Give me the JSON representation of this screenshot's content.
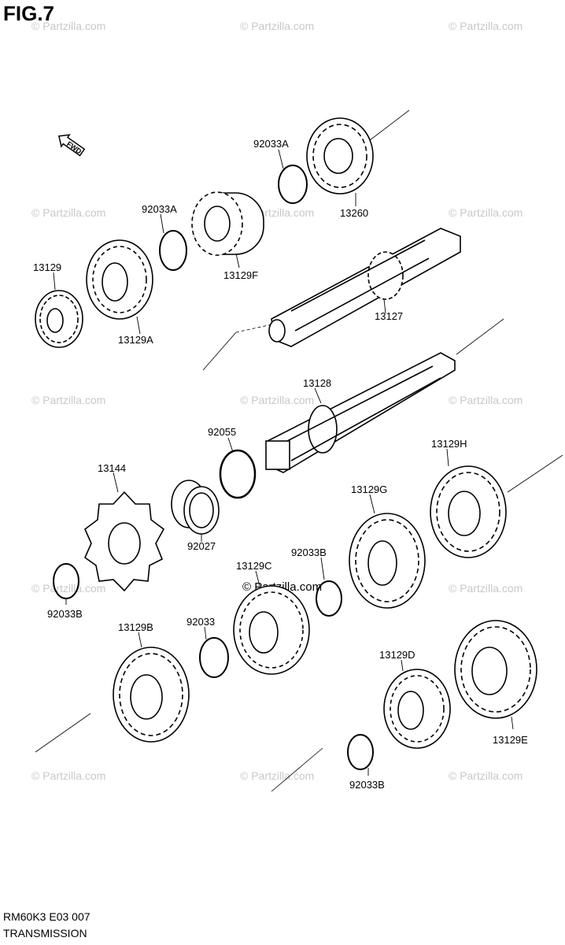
{
  "figure_title": "FIG.7",
  "direction_marker": "FWD",
  "watermark_text": "© Partzilla.com",
  "footer": {
    "model_code": "RM60K3 E03  007",
    "section": "TRANSMISSION"
  },
  "part_labels": {
    "p92033A_top": "92033A",
    "p13260": "13260",
    "p92033A_mid": "92033A",
    "p13129F": "13129F",
    "p13129": "13129",
    "p13129A": "13129A",
    "p13127": "13127",
    "p13128": "13128",
    "p92055": "92055",
    "p13144": "13144",
    "p92027": "92027",
    "p13129H": "13129H",
    "p13129G": "13129G",
    "p92033B_mid": "92033B",
    "p13129C": "13129C",
    "p92033B_left": "92033B",
    "p13129B": "13129B",
    "p92033": "92033",
    "p13129D": "13129D",
    "p13129E": "13129E",
    "p92033B_bottom": "92033B"
  },
  "colors": {
    "line": "#000000",
    "watermark": "#c8c8c8",
    "background": "#ffffff"
  }
}
